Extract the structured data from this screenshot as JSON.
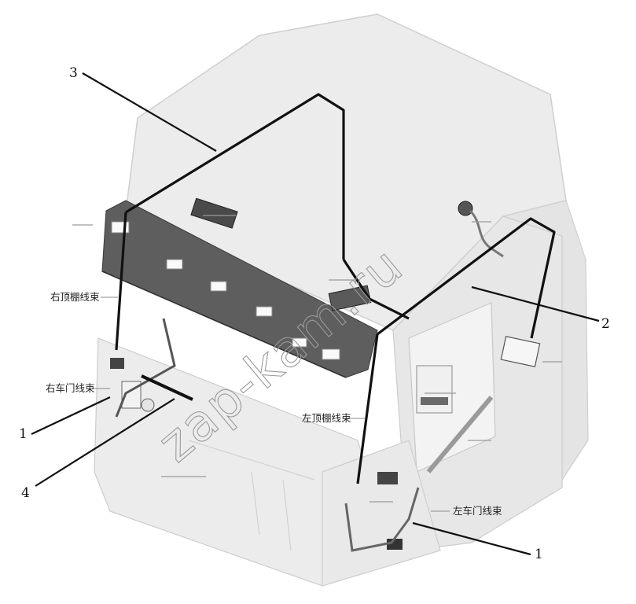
{
  "callouts": {
    "c1_left": "1",
    "c1_right": "1",
    "c2": "2",
    "c3": "3",
    "c4": "4"
  },
  "labels": {
    "right_roof_harness": "右顶棚线束",
    "right_door_harness": "右车门线束",
    "left_roof_harness": "左顶棚线束",
    "left_door_harness": "左车门线束"
  },
  "watermark": "zap-kam.ru",
  "colors": {
    "cab_fill": "#ebebeb",
    "cab_edge": "#c4c4c4",
    "dashboard": "#5a5a5a",
    "harness": "#111111"
  }
}
